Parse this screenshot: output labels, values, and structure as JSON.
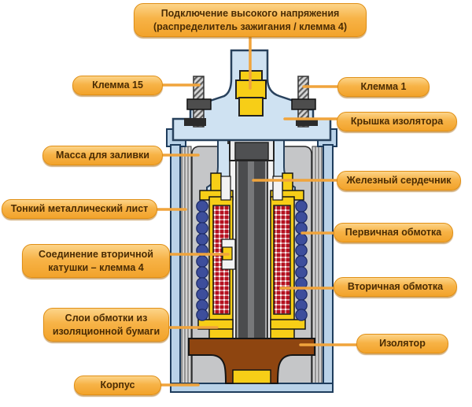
{
  "labels": [
    {
      "id": "high-voltage-connection",
      "text": "Подключение высокого напряжения\n(распределитель зажигания / клемма 4)"
    },
    {
      "id": "terminal-15",
      "text": "Клемма 15"
    },
    {
      "id": "filling-mass",
      "text": "Масса для заливки"
    },
    {
      "id": "thin-metal-sheet",
      "text": "Тонкий металлический лист"
    },
    {
      "id": "secondary-coil-connection",
      "text": "Соединение вторичной\nкатушки – клемма 4"
    },
    {
      "id": "insulating-paper-layers",
      "text": "Слои обмотки из\nизоляционной бумаги"
    },
    {
      "id": "housing",
      "text": "Корпус"
    },
    {
      "id": "terminal-1",
      "text": "Клемма 1"
    },
    {
      "id": "insulator-cap",
      "text": "Крышка изолятора"
    },
    {
      "id": "iron-core",
      "text": "Железный сердечник"
    },
    {
      "id": "primary-winding",
      "text": "Первичная обмотка"
    },
    {
      "id": "secondary-winding",
      "text": "Вторичная обмотка"
    },
    {
      "id": "insulator",
      "text": "Изолятор"
    }
  ],
  "colors": {
    "label_background": "#f5a733",
    "label_text": "#4a2c04",
    "connector_line": "#f0a43c",
    "housing_blue": "#b9d2e8",
    "cap_blue": "#cfe2f2",
    "bobbin_yellow": "#f7ce17",
    "secondary_winding_red": "#b5101f",
    "primary_winding_blue": "#3d4e9c",
    "insulator_brown": "#8e4510",
    "filling_gray": "#c5c6c8",
    "core_gray": "#58595b"
  }
}
